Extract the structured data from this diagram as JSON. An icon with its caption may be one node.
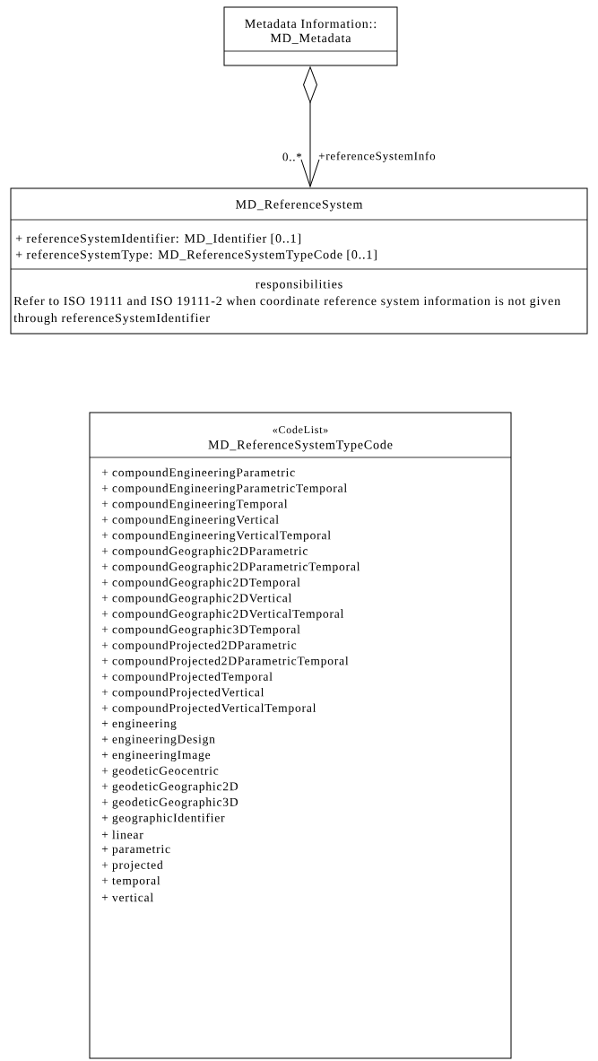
{
  "diagram": {
    "nodes": [
      {
        "text": [
          "Metadata Information:: MD_Metadata"
        ]
      },
      {
        "text": [
          "MD_ReferenceSystem",
          "+ referenceSystemIdentifier: MD_Identifier [0..1]",
          "+ referenceSystemType: MD_ReferenceSystemTypeCode [0..1]",
          "responsibilities",
          "Refer to ISO 19111 and ISO 19111-2 when coordinate reference system information is not given through referenceSystemIdentifier"
        ]
      },
      {
        "text": [
          "«CodeList»",
          "MD_ReferenceSystemTypeCode",
          "+ compoundEngineeringParametric",
          "+ compoundEngineeringParametricTemporal",
          "+ compoundEngineeringTemporal",
          "+ compoundEngineeringVertical",
          "+ compoundEngineeringVerticalTemporal",
          "+ compoundGeographic2DParametric",
          "+ compoundGeographic2DParametricTemporal",
          "+ compoundGeographic2DTemporal",
          "+ compoundGeographic2DVertical",
          "+ compoundGeographic2DVerticalTemporal",
          "+ compoundGeographic3DTemporal",
          "+ compoundProjected2DParametric",
          "+ compoundProjected2DParametricTemporal",
          "+ compoundProjectedTemporal",
          "+ compoundProjectedVertical",
          "+ compoundProjectedVerticalTemporal",
          "+ engineering",
          "+ engineeringDesign",
          "+ engineeringImage",
          "+ geodeticGeocentric",
          "+ geodeticGeographic2D",
          "+ geodeticGeographic3D",
          "+ geographicIdentifier",
          "+ linear",
          "+ parametric",
          "+ projected",
          "+ temporal",
          "+ vertical"
        ]
      }
    ],
    "edges": [
      {
        "from": 0,
        "to": 1,
        "arrow": "to",
        "label": "+referenceSystemInfo"
      }
    ],
    "labels": [
      "0..*"
    ]
  }
}
